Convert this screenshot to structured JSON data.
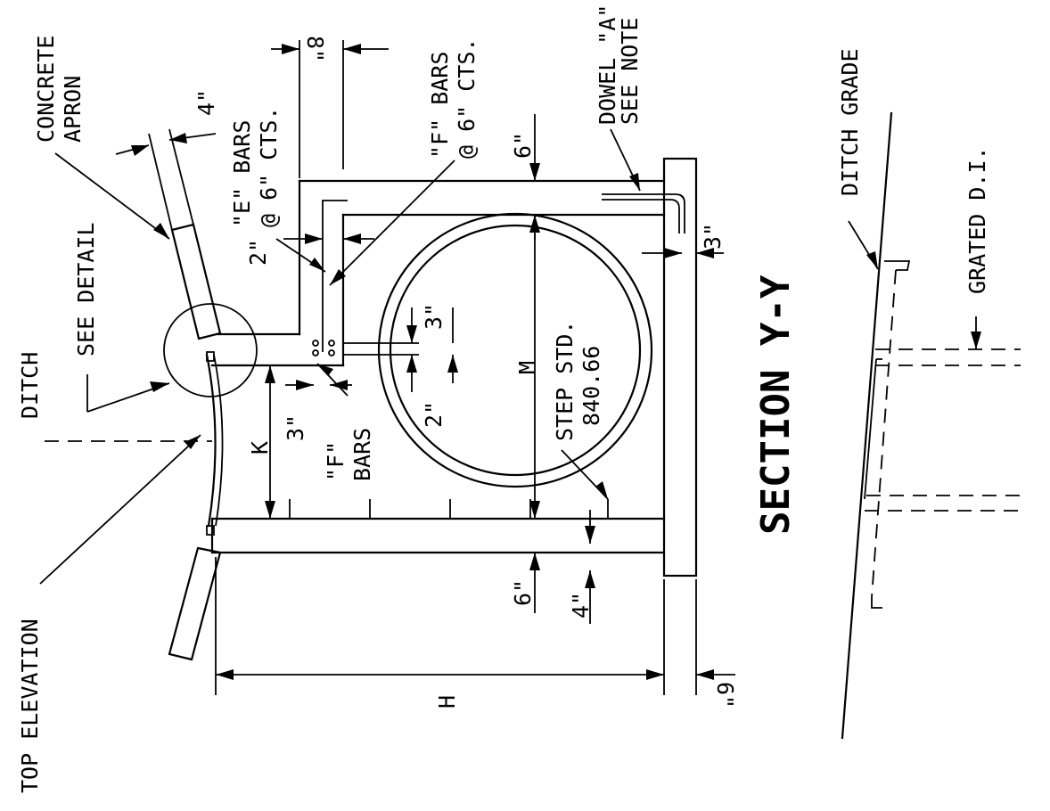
{
  "title": "SECTION Y-Y",
  "labels": {
    "concrete": "CONCRETE",
    "apron": "APRON",
    "apron_thk": "4\"",
    "see_detail": "SEE DETAIL",
    "cl_ditch": "DITCH",
    "top_elevation": "TOP ELEVATION",
    "e_bars_1": "\"E\" BARS",
    "e_bars_2": "@ 6\" CTS.",
    "f_bars_1": "\"F\" BARS",
    "f_bars_2": "@ 6\" CTS.",
    "dim_8": "8\"",
    "dowel_1": "DOWEL \"A\"",
    "dowel_2": "SEE NOTE",
    "dim_6_top": "6\"",
    "dim_2_top": "2\"",
    "dim_3_floor": "3\"",
    "dim_3_step": "3\"",
    "dim_2_step": "2\"",
    "dim_3_k": "3\"",
    "f_bars_b1": "\"F\"",
    "f_bars_b2": "BARS",
    "dim_k": "K",
    "dim_m": "M",
    "step_1": "STEP STD.",
    "step_2": "840.66",
    "dim_6_bottom": "6\"",
    "dim_4_bottom": "4\"",
    "dim_h": "H",
    "dim_6_slab": "6\"",
    "ditch_grade": "DITCH GRADE",
    "grated_di": "GRATED D.I."
  }
}
